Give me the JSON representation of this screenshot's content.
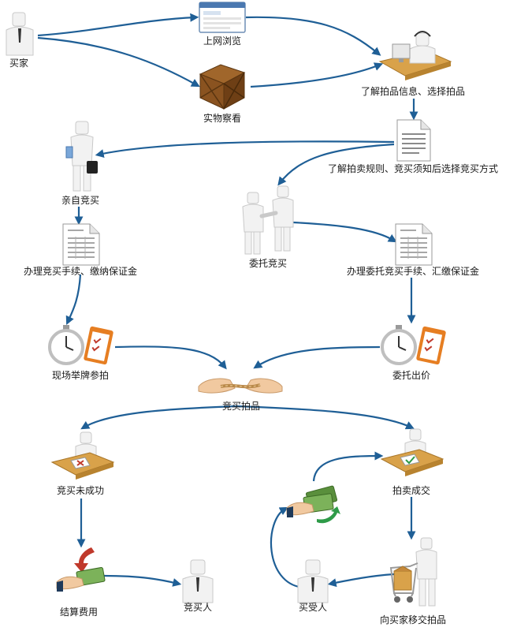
{
  "colors": {
    "arrow": "#1f5f96",
    "person_light": "#f2f2f2",
    "person_shade": "#c9c9c9",
    "tie": "#333333",
    "desk": "#d9a24a",
    "box": "#7a4a1c",
    "doc_line": "#8a8a8a",
    "money": "#5a8f3c",
    "green_arrow": "#2e9b48",
    "red_arrow": "#c0392b",
    "skin": "#f1c9a0",
    "rope": "#b9894a",
    "clock": "#bfbfbf",
    "clipboard": "#e67e22"
  },
  "nodes": {
    "buyer": {
      "label": "买家",
      "icon": "person-icon"
    },
    "browse_online": {
      "label": "上网浏览",
      "icon": "browser-window-icon"
    },
    "inspect_item": {
      "label": "实物察看",
      "icon": "wooden-crate-icon"
    },
    "learn_info": {
      "label": "了解拍品信息、选择拍品",
      "icon": "operator-desk-icon"
    },
    "learn_rules": {
      "label": "了解拍卖规则、竞买须知后选择竞买方式",
      "icon": "document-icon"
    },
    "bid_in_person": {
      "label": "亲自竞买",
      "icon": "person-briefcase-icon"
    },
    "bid_by_proxy": {
      "label": "委托竞买",
      "icon": "handshake-people-icon"
    },
    "register_deposit": {
      "label": "办理竞买手续、缴纳保证金",
      "icon": "form-document-icon"
    },
    "proxy_register_deposit": {
      "label": "办理委托竞买手续、汇缴保证金",
      "icon": "form-document-icon"
    },
    "live_paddle_bid": {
      "label": "现场举牌参拍",
      "icon": "stopwatch-clipboard-icon"
    },
    "proxy_bid": {
      "label": "委托出价",
      "icon": "stopwatch-clipboard-icon"
    },
    "bidding": {
      "label": "竞买拍品",
      "icon": "tug-of-war-icon"
    },
    "bid_failed": {
      "label": "竞买未成功",
      "icon": "desk-rejected-icon"
    },
    "auction_deal": {
      "label": "拍卖成交",
      "icon": "desk-approved-icon"
    },
    "settle_fees": {
      "label": "结算费用",
      "icon": "cash-refund-icon"
    },
    "bidder": {
      "label": "竞买人",
      "icon": "person-icon"
    },
    "winning_buyer": {
      "label": "买受人",
      "icon": "person-icon"
    },
    "deliver_item": {
      "label": "向买家移交拍品",
      "icon": "person-cart-icon"
    },
    "payment": {
      "label": "",
      "icon": "cash-payment-icon"
    }
  }
}
